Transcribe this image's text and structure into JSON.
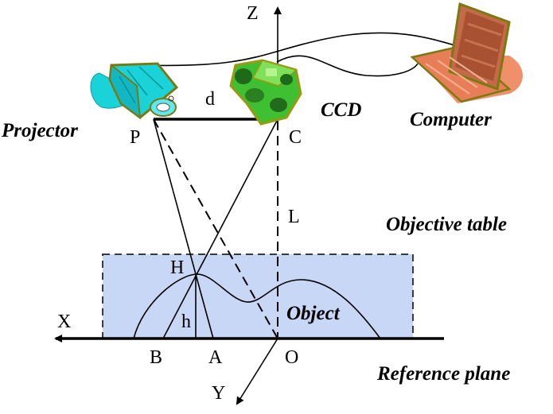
{
  "labels": {
    "z": "Z",
    "x": "X",
    "y": "Y",
    "d": "d",
    "p": "P",
    "c": "C",
    "l": "L",
    "h_point": "H",
    "h_height": "h",
    "b": "B",
    "a": "A",
    "o": "O"
  },
  "captions": {
    "projector": "Projector",
    "ccd": "CCD",
    "computer": "Computer",
    "objective_table": "Objective table",
    "object": "Object",
    "reference_plane": "Reference plane"
  },
  "colors": {
    "projector": "#19d3d9",
    "ccd": "#3fbf32",
    "computer": "#f0906a",
    "table": "#c8d7f5",
    "outline": "#7a7a10"
  }
}
